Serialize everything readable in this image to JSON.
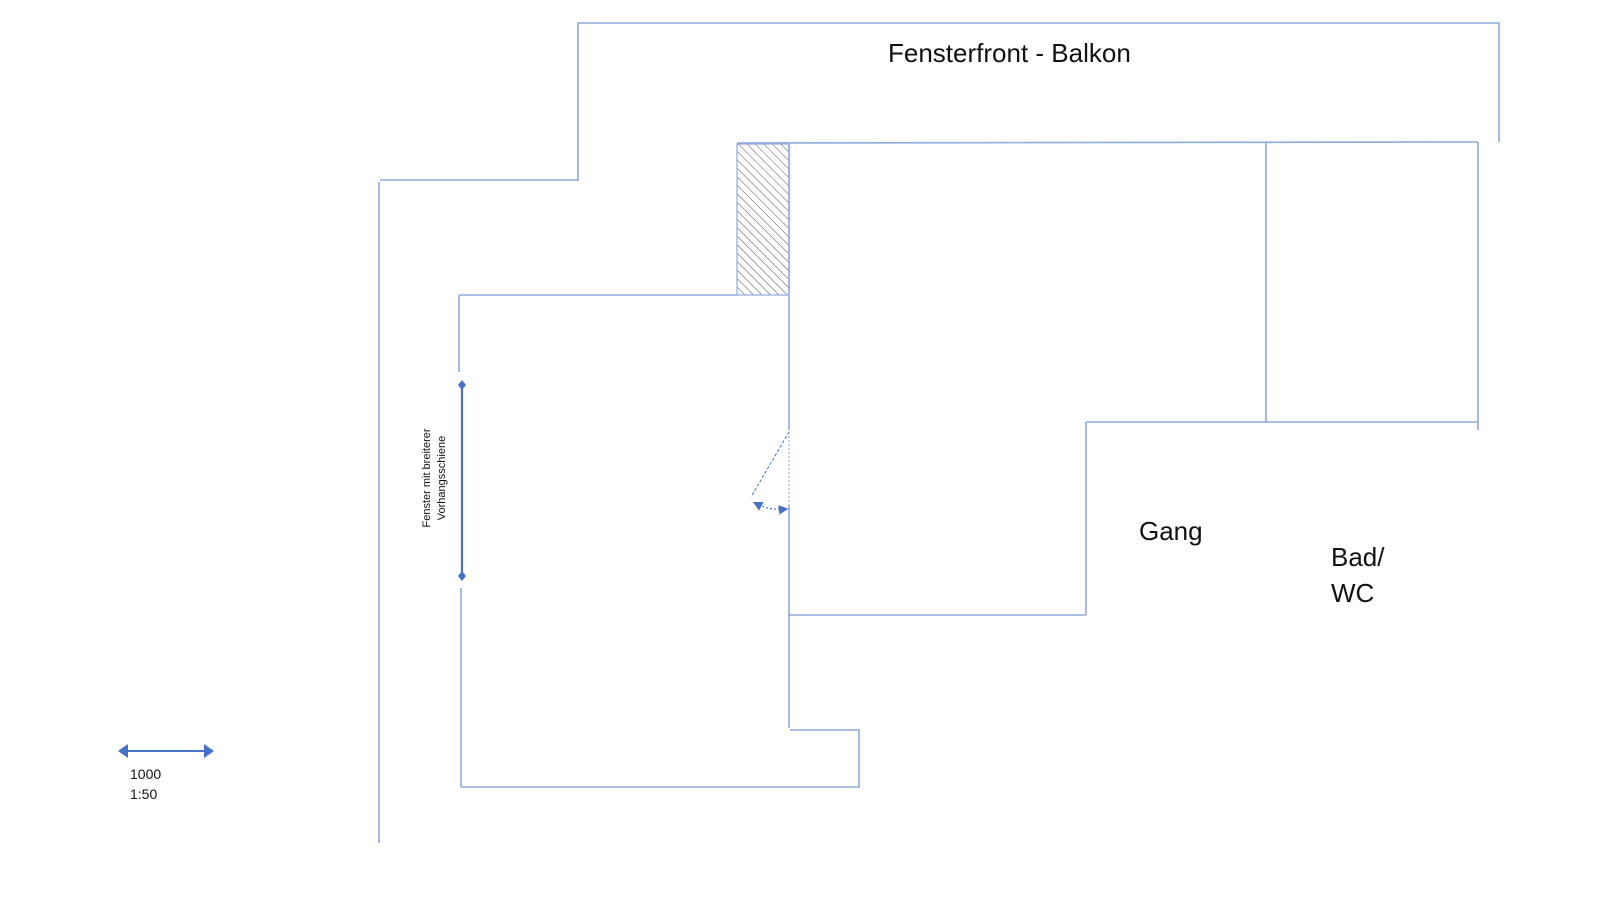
{
  "labels": {
    "balcony": "Fensterfront - Balkon",
    "corridor": "Gang",
    "bath_line1": "Bad/",
    "bath_line2": "WC",
    "window_line1": "Fenster mit breiterer",
    "window_line2": "Vorhangsschiene"
  },
  "scale": {
    "length": "1000",
    "ratio": "1:50"
  },
  "colors": {
    "wall": "#8FAADC",
    "accent": "#4472C4",
    "text": "#111111"
  },
  "icons": {
    "hatch": "hatched-column",
    "window": "window-marker",
    "door": "door-swing-arc",
    "scale": "double-arrow"
  }
}
